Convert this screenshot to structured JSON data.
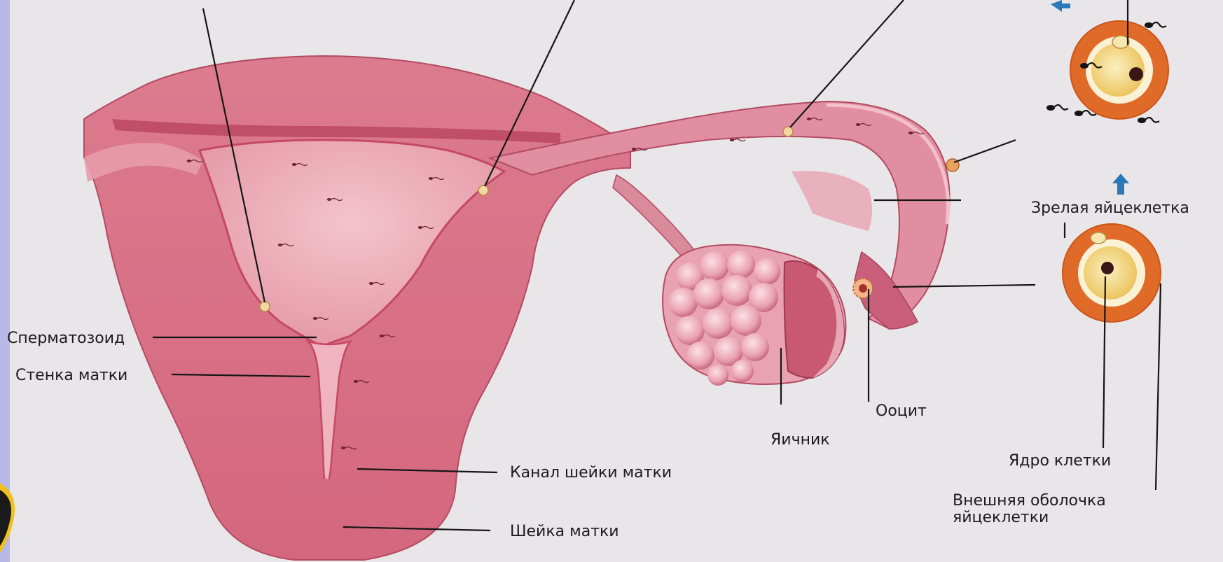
{
  "labels": {
    "sperm": "Сперматозоид",
    "uterine_wall": "Стенка матки",
    "cervical_canal": "Канал шейки матки",
    "cervix": "Шейка матки",
    "ovary": "Яичник",
    "oocyte": "Ооцит",
    "mature_egg": "Зрелая яйцеклетка",
    "cell_nucleus": "Ядро клетки",
    "outer_membrane_line1": "Внешняя оболочка",
    "outer_membrane_line2": "яйцеклетки"
  },
  "colors": {
    "background": "#e8e6e8",
    "tissue_dark": "#c23a58",
    "tissue_mid": "#dd7f92",
    "tissue_light": "#f0b8c2",
    "egg_outer": "#e06a28",
    "egg_inner": "#f6e08a",
    "arrow": "#2a78b8",
    "left_band": "#b4b6e6"
  },
  "icons": [
    "sperm-icon",
    "up-arrow-icon"
  ]
}
